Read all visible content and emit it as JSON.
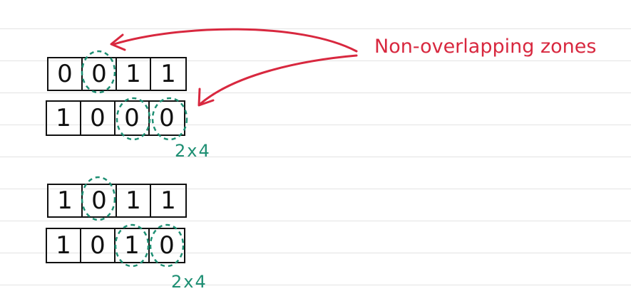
{
  "annotation": "Non-overlapping zones",
  "groups": [
    {
      "top_row": [
        "0",
        "0",
        "1",
        "1"
      ],
      "bottom_row": [
        "1",
        "0",
        "0",
        "0"
      ],
      "multiplier": "2x4"
    },
    {
      "top_row": [
        "1",
        "0",
        "1",
        "1"
      ],
      "bottom_row": [
        "1",
        "0",
        "1",
        "0"
      ],
      "multiplier": "2x4"
    }
  ],
  "colors": {
    "annotation": "#d8283f",
    "highlight": "#1e8f73",
    "ink": "#111111",
    "rule": "#e3e3e3"
  }
}
